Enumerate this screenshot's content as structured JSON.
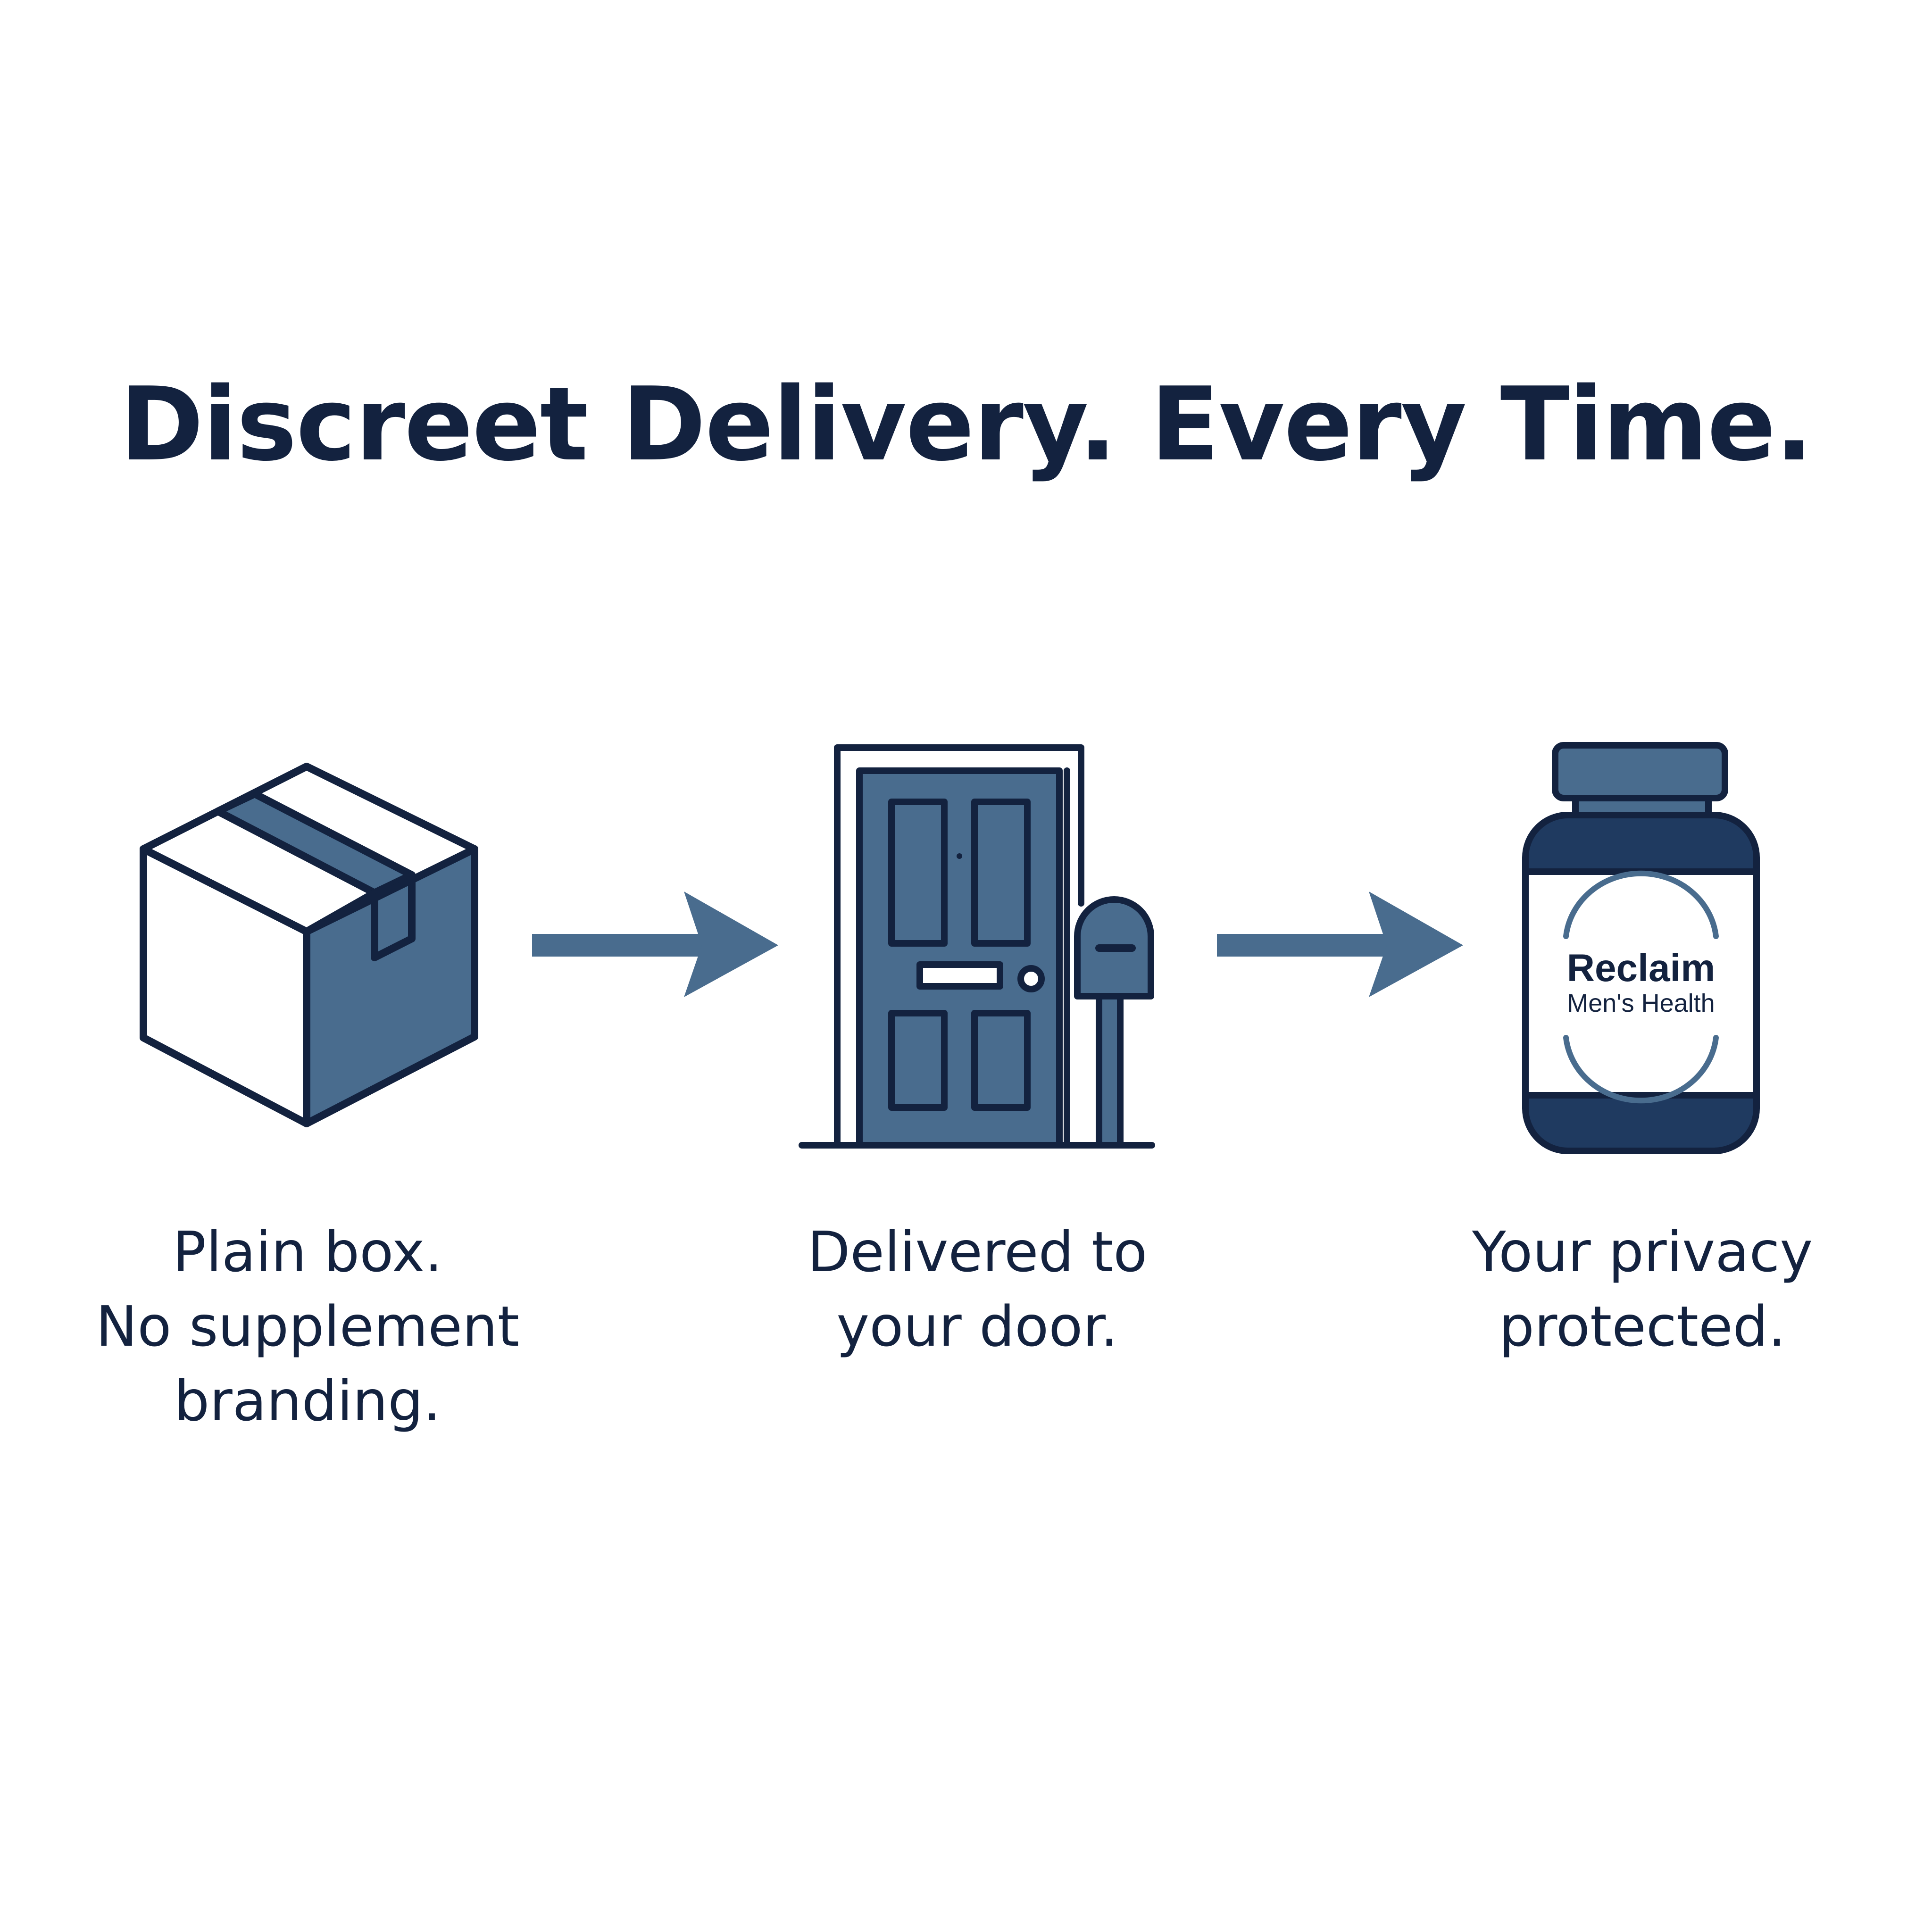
{
  "title": "Discreet Delivery. Every Time.",
  "colors": {
    "navy": "#13223f",
    "steel_blue": "#496c8e",
    "bottle_navy": "#1f3a60",
    "background": "#ffffff"
  },
  "steps": [
    {
      "icon": "package-box-icon",
      "caption_lines": [
        "Plain box.",
        "No supplement",
        "branding."
      ]
    },
    {
      "icon": "front-door-icon",
      "caption_lines": [
        "Delivered to",
        "your door."
      ]
    },
    {
      "icon": "supplement-bottle-icon",
      "caption_lines": [
        "Your privacy",
        "protected."
      ],
      "label": {
        "brand": "Reclaim",
        "subtitle": "Men's Health"
      }
    }
  ],
  "connectors": [
    "arrow-right-icon",
    "arrow-right-icon"
  ]
}
